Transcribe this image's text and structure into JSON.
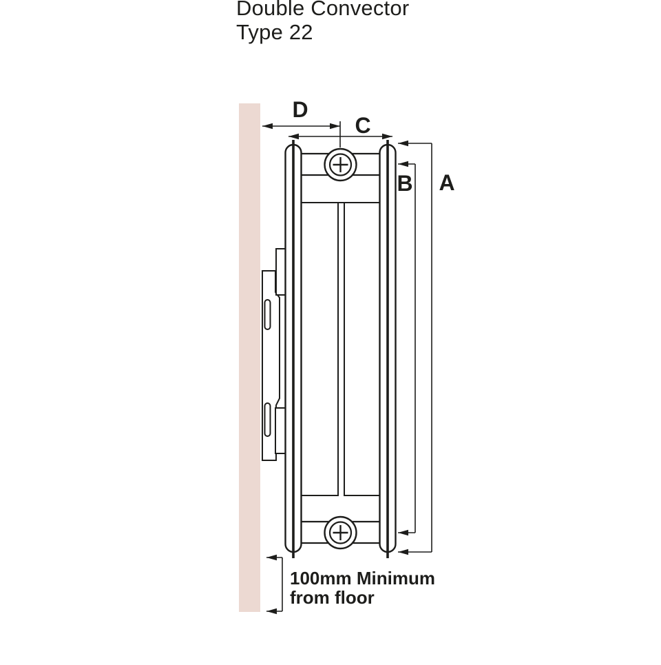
{
  "title": {
    "line1": "Double Convector",
    "line2": "Type 22"
  },
  "diagram": {
    "dimension_labels": {
      "a": "A",
      "b": "B",
      "c": "C",
      "d": "D"
    },
    "floor_note": {
      "line1": "100mm Minimum",
      "line2": "from floor"
    }
  },
  "colors": {
    "background": "#ffffff",
    "wall": "#ecd9d2",
    "line": "#1d1d1b"
  }
}
